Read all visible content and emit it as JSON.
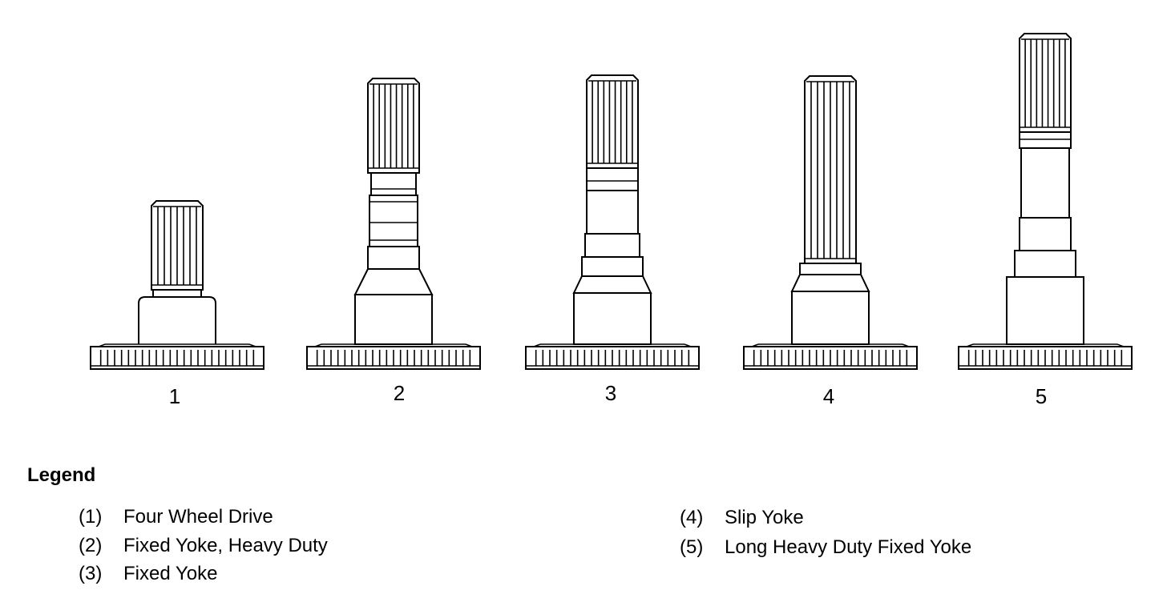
{
  "shafts": [
    {
      "number": "1"
    },
    {
      "number": "2"
    },
    {
      "number": "3"
    },
    {
      "number": "4"
    },
    {
      "number": "5"
    }
  ],
  "legend": {
    "title": "Legend",
    "items": [
      {
        "code": "(1)",
        "label": "Four Wheel Drive"
      },
      {
        "code": "(2)",
        "label": "Fixed Yoke, Heavy Duty"
      },
      {
        "code": "(3)",
        "label": "Fixed Yoke"
      },
      {
        "code": "(4)",
        "label": "Slip Yoke"
      },
      {
        "code": "(5)",
        "label": "Long Heavy Duty Fixed Yoke"
      }
    ]
  }
}
